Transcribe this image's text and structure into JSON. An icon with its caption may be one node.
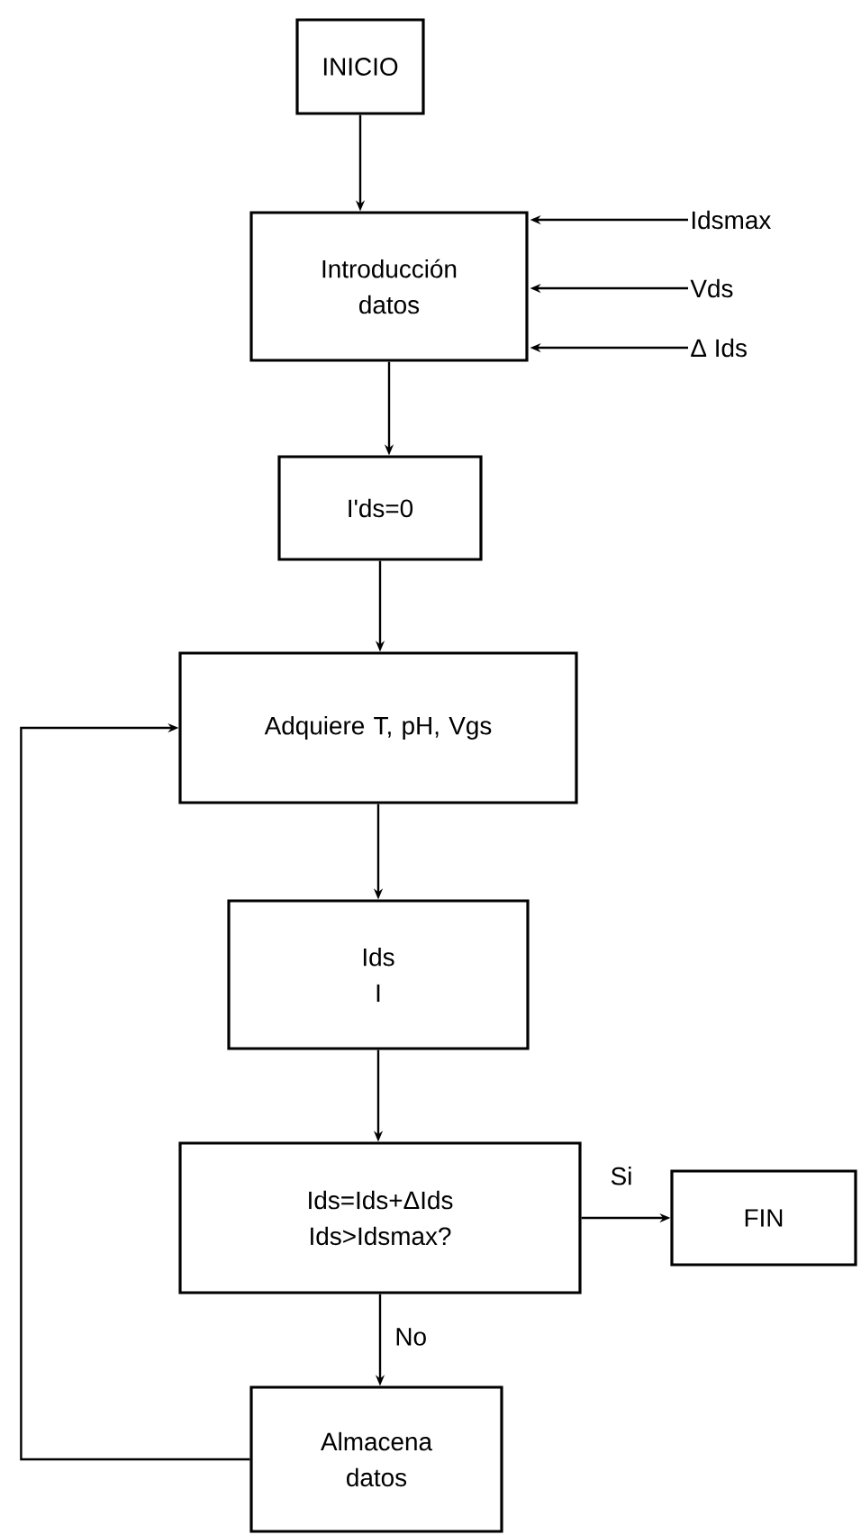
{
  "diagram": {
    "nodes": [
      {
        "text": [
          "INICIO"
        ]
      },
      {
        "text": [
          "Introducción datos"
        ]
      },
      {
        "text": [
          "Idsmax"
        ]
      },
      {
        "text": [
          "Vds"
        ]
      },
      {
        "text": [
          "Δ Ids"
        ]
      },
      {
        "text": [
          "I'ds=0"
        ]
      },
      {
        "text": [
          "Adquiere T, pH, Vgs"
        ]
      },
      {
        "text": [
          "Ids",
          "I"
        ]
      },
      {
        "text": [
          "Ids=Ids+ΔIds Ids>Idsmax?"
        ]
      },
      {
        "text": [
          "FIN"
        ]
      },
      {
        "text": [
          "Almacena datos"
        ]
      }
    ],
    "edges": [
      {
        "from": 0,
        "to": 1,
        "arrow": "to"
      },
      {
        "from": 2,
        "to": 1,
        "arrow": "to"
      },
      {
        "from": 3,
        "to": 1,
        "arrow": "to"
      },
      {
        "from": 4,
        "to": 1,
        "arrow": "to"
      },
      {
        "from": 1,
        "to": 5,
        "arrow": "to"
      },
      {
        "from": 5,
        "to": 6,
        "arrow": "to"
      },
      {
        "from": 6,
        "to": 7,
        "arrow": "to"
      },
      {
        "from": 7,
        "to": 8,
        "arrow": "to"
      },
      {
        "from": 8,
        "to": 9,
        "label": "Si",
        "arrow": "to"
      },
      {
        "from": 8,
        "to": 10,
        "label": "No",
        "arrow": "to"
      },
      {
        "from": 10,
        "to": 6,
        "arrow": "to"
      }
    ]
  }
}
